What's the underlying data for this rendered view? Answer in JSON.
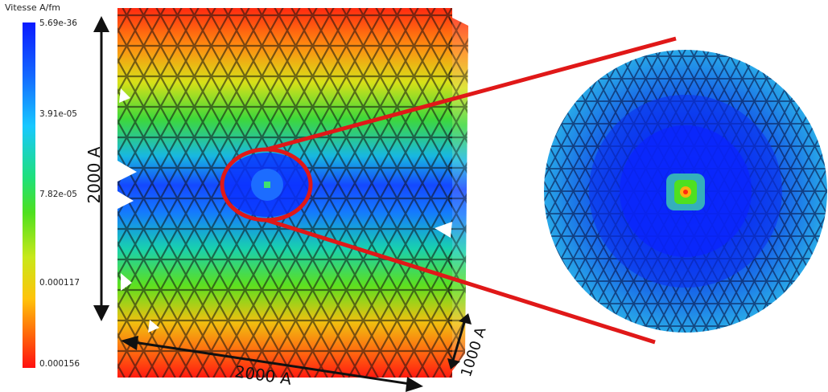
{
  "legend": {
    "title": "Vitesse A/fm",
    "ticks": [
      "5.69e-36",
      "3.91e-05",
      "7.82e-05",
      "0.000117",
      "0.000156"
    ]
  },
  "dimensions": {
    "height_label": "2000 A",
    "width_label": "2000 A",
    "depth_label": "1000 A"
  },
  "colors": {
    "zoom_marker": "#e01818",
    "arrow": "#111111",
    "scale_high": "#ff1010",
    "scale_low": "#0a1aff"
  }
}
